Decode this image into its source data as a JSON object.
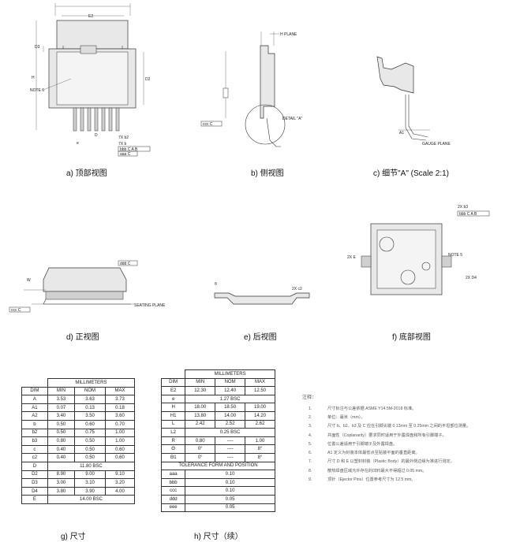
{
  "captions": {
    "a": "a) 顶部视图",
    "b": "b) 侧视图",
    "c": "c) 细节\"A\" (Scale 2:1)",
    "d": "d) 正视图",
    "e": "e) 后视图",
    "f": "f) 底部视图",
    "g": "g) 尺寸",
    "h": "h) 尺寸（续）"
  },
  "labels": {
    "note6": "NOTE 6",
    "note5": "NOTE 5",
    "detail_a": "DETAIL \"A\"",
    "plane_h": "H PLANE",
    "gauge_plane": "GAUGE PLANE",
    "seating_plane": "SEATING PLANE",
    "dim_e": "E",
    "dim_e2": "E2",
    "dim_d3": "D3",
    "dim_d2": "D2",
    "dim_d": "D",
    "dim_h": "H",
    "dim_e1": "e",
    "b2": "7X b2",
    "b3": "7X b",
    "fcf1": "bbb C A B",
    "fcf2": "aaa C",
    "fcf3": "ccc C",
    "fcf4": "ddd C",
    "c2": "2X c2",
    "b3_2x": "2X b3",
    "fcf5": "bbb C A B",
    "e_2x": "2X E",
    "d4_2x": "2X D4",
    "d_label": "D",
    "w": "W"
  },
  "table1": {
    "unit": "MILLIMETERS",
    "header": [
      "DIM",
      "MIN",
      "NOM",
      "MAX"
    ],
    "rows": [
      [
        "A",
        "3.53",
        "3.63",
        "3.73"
      ],
      [
        "A1",
        "0.07",
        "0.13",
        "0.18"
      ],
      [
        "A2",
        "3.40",
        "3.50",
        "3.60"
      ],
      [
        "b",
        "0.50",
        "0.60",
        "0.70"
      ],
      [
        "b2",
        "0.50",
        "0.75",
        "1.00"
      ],
      [
        "b3",
        "0.80",
        "0.50",
        "1.00"
      ],
      [
        "c",
        "0.40",
        "0.50",
        "0.60"
      ],
      [
        "c2",
        "0.40",
        "0.50",
        "0.60"
      ],
      [
        "D",
        "11.80 BSC"
      ],
      [
        "D2",
        "8.90",
        "9.00",
        "9.10"
      ],
      [
        "D3",
        "3.00",
        "3.10",
        "3.20"
      ],
      [
        "D4",
        "3.80",
        "3.90",
        "4.00"
      ],
      [
        "E",
        "14.00 BSC"
      ]
    ]
  },
  "table2": {
    "unit": "MILLIMETERS",
    "header": [
      "DIM",
      "MIN",
      "NOM",
      "MAX"
    ],
    "rows": [
      [
        "E2",
        "12.30",
        "12.40",
        "12.50"
      ],
      [
        "e",
        "1.27 BSC"
      ],
      [
        "H",
        "18.00",
        "18.50",
        "19.00"
      ],
      [
        "H1",
        "13.80",
        "14.00",
        "14.20"
      ],
      [
        "L",
        "2.42",
        "2.52",
        "2.62"
      ],
      [
        "L2",
        "0.25 BSC"
      ],
      [
        "R",
        "0.80",
        "----",
        "1.00"
      ],
      [
        "Θ",
        "0°",
        "----",
        "8°"
      ],
      [
        "Θ1",
        "0°",
        "----",
        "8°"
      ]
    ],
    "tol_title": "TOLERANCE FORM AND POSITION",
    "tol_rows": [
      [
        "aaa",
        "0.10"
      ],
      [
        "bbb",
        "0.10"
      ],
      [
        "ccc",
        "0.10"
      ],
      [
        "ddd",
        "0.05"
      ],
      [
        "eee",
        "0.05"
      ]
    ]
  },
  "notes": {
    "title": "注释：",
    "items": [
      [
        "1.",
        "尺寸标注与公差依据 ASME Y14.5M-2018 标准。"
      ],
      [
        "2.",
        "单位：毫米（mm）。"
      ],
      [
        "3.",
        "尺寸 b、b2、b3 及 C 应在引脚尖端 0.13mm 至 0.25mm 之间的平坦部位测量。"
      ],
      [
        "4.",
        "共面性（Coplanarity）要求同时适用于外露焊盘和所有引脚端子。"
      ],
      [
        "5.",
        "位置公差适用于引脚端子及外露焊盘。"
      ],
      [
        "6.",
        "A1 定义为封装本体最低点至贴装平面的垂直距离。"
      ],
      [
        "7.",
        "尺寸 D 和 E 以塑封封装（Plastic Body）的最外侧边缘为准进行测定。"
      ],
      [
        "8.",
        "散热焊盘区域允许存在的凹料最大不得超过 0.05 mm。"
      ],
      [
        "9.",
        "顶针（Ejector Pins）位置参考尺寸为 12.5 mm。"
      ]
    ]
  }
}
